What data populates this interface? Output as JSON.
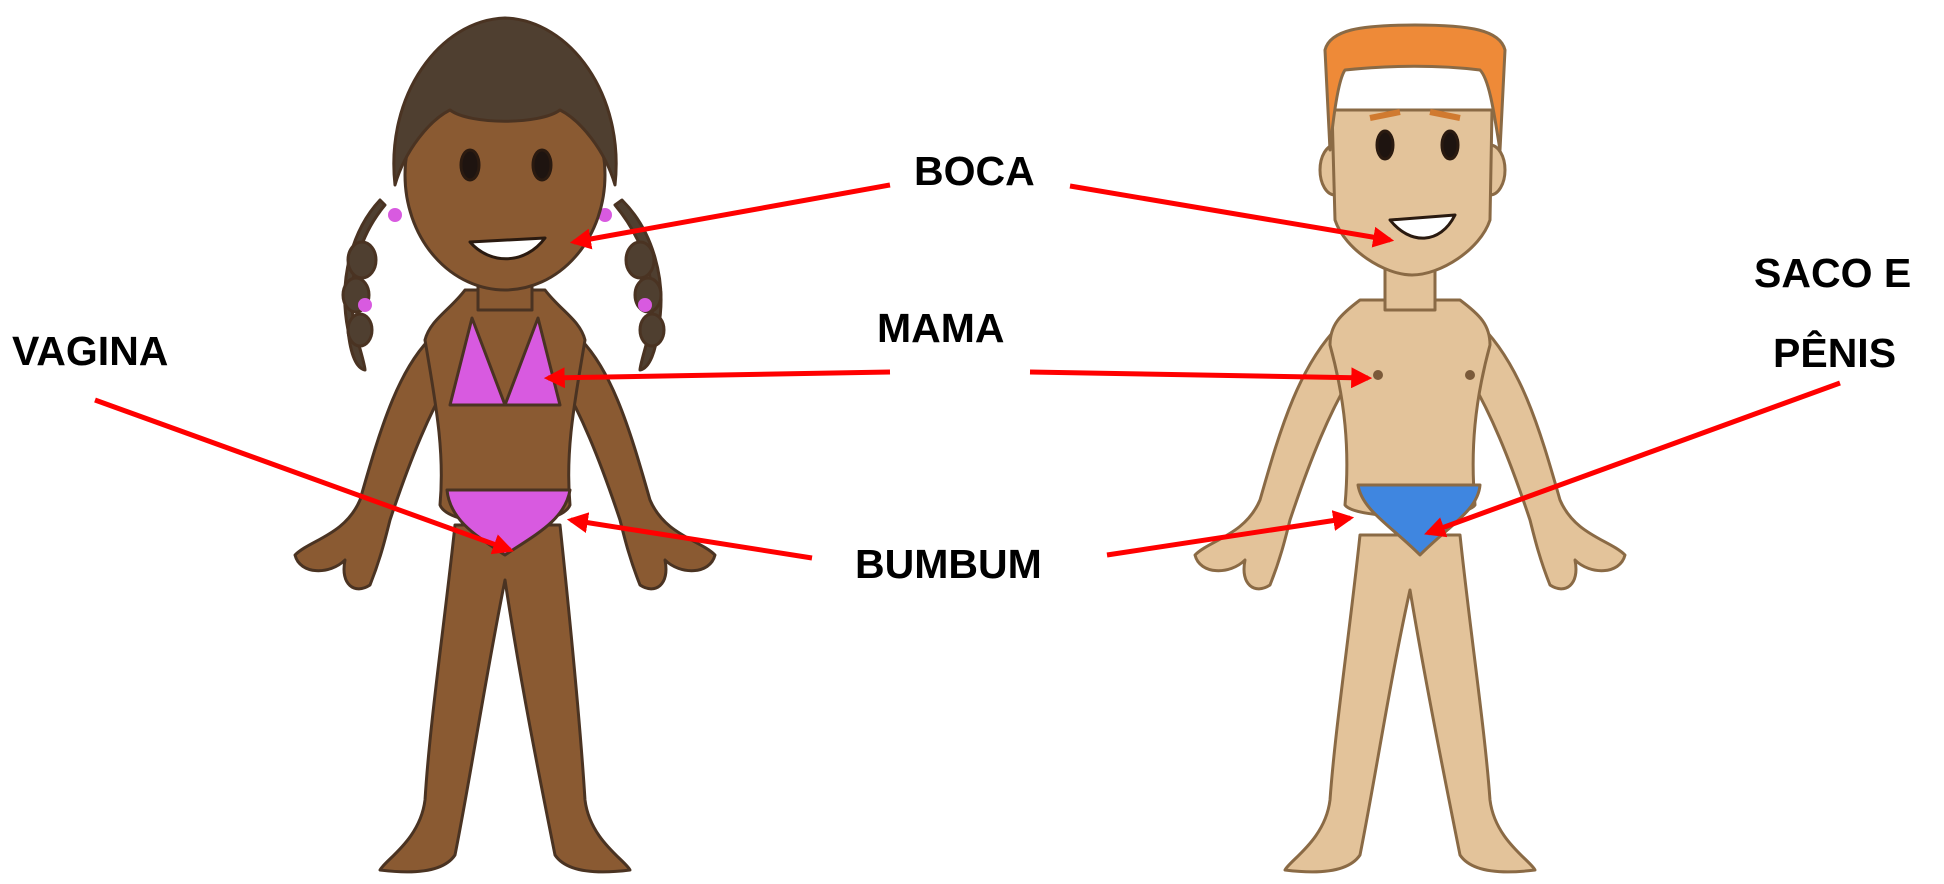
{
  "labels": {
    "boca": "BOCA",
    "mama": "MAMA",
    "bumbum": "BUMBUM",
    "vagina": "VAGINA",
    "saco_penis_line1": "SACO E",
    "saco_penis_line2": "PÊNIS"
  },
  "colors": {
    "arrow": "#ff0000",
    "girl_skin": "#8a5a32",
    "girl_hair": "#4f3f30",
    "bikini": "#d85ae0",
    "boy_skin": "#e3c39a",
    "boy_hair": "#ee8a38",
    "briefs": "#3f86e0"
  }
}
